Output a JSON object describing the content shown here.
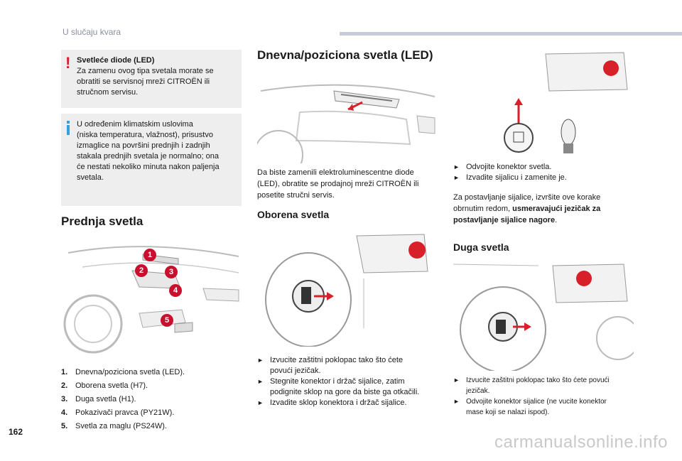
{
  "header": {
    "section_title": "U slučaju kvara"
  },
  "page_number": "162",
  "warning_box": {
    "title": "Svetleće diode (LED)",
    "lines": [
      "Za zamenu ovog tipa svetala morate se",
      "obratiti se servisnoj mreži CITROËN ili",
      "stručnom servisu."
    ]
  },
  "info_box": {
    "lines": [
      "U određenim klimatskim uslovima",
      "(niska temperatura, vlažnost), prisustvo",
      "izmaglice na površini prednjih i zadnjih",
      "stakala prednjih svetala je normalno; ona",
      "će nestati nekoliko minuta nakon paljenja",
      "svetala."
    ]
  },
  "front_lights": {
    "heading": "Prednja svetla",
    "badges": [
      "1",
      "2",
      "3",
      "4",
      "5"
    ],
    "items": [
      {
        "num": "1.",
        "label": "Dnevna/poziciona svetla (LED)."
      },
      {
        "num": "2.",
        "label": "Oborena svetla (H7)."
      },
      {
        "num": "3.",
        "label": "Duga svetla (H1)."
      },
      {
        "num": "4.",
        "label": "Pokazivači pravca (PY21W)."
      },
      {
        "num": "5.",
        "label": "Svetla za maglu (PS24W)."
      }
    ]
  },
  "drl": {
    "heading": "Dnevna/poziciona svetla (LED)",
    "lines": [
      "Da biste zamenili elektroluminescentne diode",
      "(LED), obratite se prodajnoj mreži CITROËN ili",
      "posetite stručni servis."
    ]
  },
  "low_beam": {
    "heading": "Oborena svetla",
    "bullets": [
      {
        "lines": [
          "Izvucite zaštitni poklopac tako što ćete",
          "povući jezičak."
        ]
      },
      {
        "lines": [
          "Stegnite konektor i držač sijalice, zatim",
          "podignite sklop na gore da biste ga otkačili."
        ]
      },
      {
        "lines": [
          "Izvadite sklop konektora i držač sijalice."
        ]
      }
    ]
  },
  "right_col": {
    "bullets": [
      {
        "lines": [
          "Odvojite konektor svetla."
        ]
      },
      {
        "lines": [
          "Izvadite sijalicu i zamenite je."
        ]
      }
    ],
    "refit_lines": [
      "Za postavljanje sijalice, izvršite ove korake",
      "obrnutim redom,"
    ],
    "refit_bold_1": "usmeravajući jezičak za",
    "refit_bold_2": "postavljanje sijalice nagore",
    "refit_end": "."
  },
  "high_beam": {
    "heading": "Duga svetla",
    "bullets": [
      {
        "lines": [
          "Izvucite zaštitni poklopac tako što ćete povući",
          "jezičak."
        ]
      },
      {
        "lines": [
          "Odvojite konektor sijalice (ne vucite konektor",
          "mase koji se nalazi ispod)."
        ]
      }
    ]
  },
  "watermark": "carmanualsonline.info",
  "colors": {
    "warning": "#d8202a",
    "info": "#35a0df",
    "badge": "#c8102e",
    "box_bg": "#eeeeee"
  }
}
